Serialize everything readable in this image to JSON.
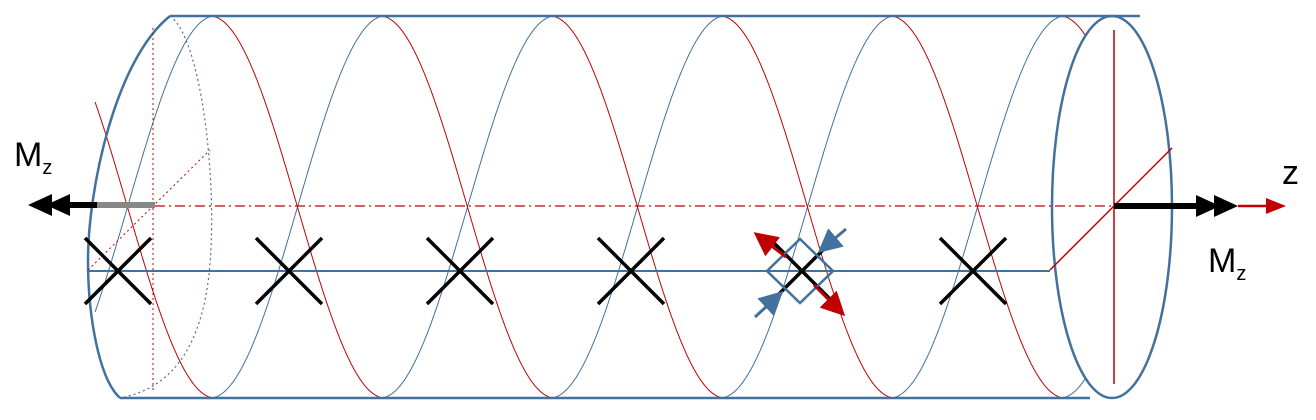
{
  "colors": {
    "blue": "#41719c",
    "red": "#c00000",
    "black": "#000000",
    "gray": "#888888"
  },
  "labels": {
    "left_moment": {
      "main": "M",
      "sub": "z"
    },
    "right_moment": {
      "main": "M",
      "sub": "z"
    },
    "axis": "z"
  },
  "cross_markers": {
    "count": 6,
    "highlighted_index": 4
  }
}
